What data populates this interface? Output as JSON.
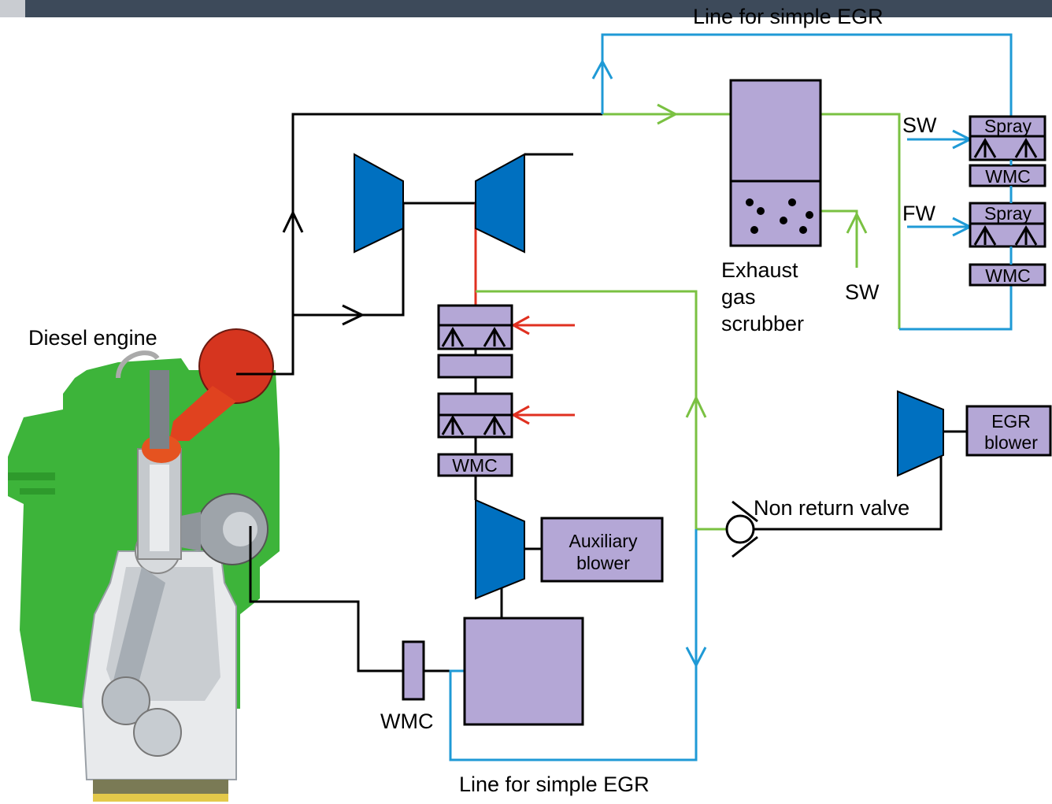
{
  "labels": {
    "egr_top": "Line for simple EGR",
    "egr_bottom": "Line for simple EGR",
    "diesel_engine": "Diesel engine",
    "scrubber": [
      "Exhaust",
      "gas",
      "scrubber"
    ],
    "sw_scrubber": "SW",
    "sw_in": "SW",
    "fw_in": "FW",
    "non_return_valve": "Non return valve",
    "wmc_bottom": "WMC"
  },
  "boxes": {
    "spray_top": "Spray",
    "wmc_right_1": "WMC",
    "spray_bottom": "Spray",
    "wmc_right_2": "WMC",
    "wmc_middle": "WMC",
    "auxiliary_blower": [
      "Auxiliary",
      "blower"
    ],
    "egr_blower": [
      "EGR",
      "blower"
    ]
  },
  "colors": {
    "exhaust_line": "#7ac142",
    "water_line": "#1f9ad6",
    "hot_line": "#e03020",
    "component_fill": "#b4a7d6",
    "fan_fill": "#0070c0",
    "engine_frame": "#3db43a",
    "header_bar": "#3d4a5a"
  }
}
